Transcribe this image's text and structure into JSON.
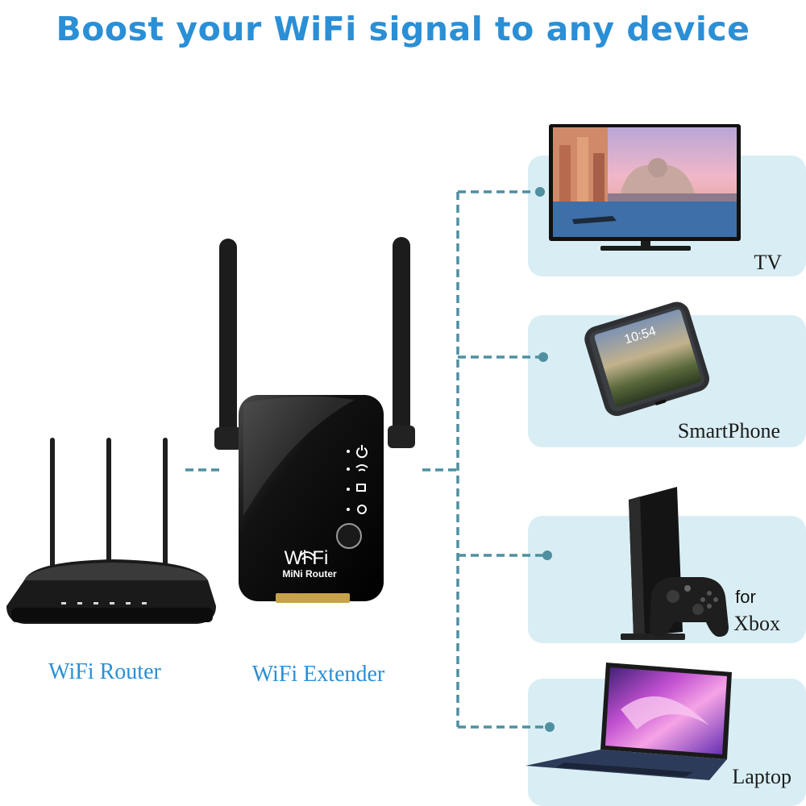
{
  "headline": "Boost your WiFi signal to any device",
  "colors": {
    "headline": "#2a8fd6",
    "label_blue": "#2a8fd6",
    "panel": "#d9eef4",
    "dash": "#4f8fa0",
    "device_dark": "#151515"
  },
  "source": {
    "router_label": "WiFi Router",
    "extender_label": "WiFi Extender",
    "extender_brand": "Wi  Fi",
    "extender_model": "MiNi Router"
  },
  "devices": [
    {
      "label": "TV",
      "prefix": ""
    },
    {
      "label": "SmartPhone",
      "prefix": ""
    },
    {
      "label": "Xbox",
      "prefix": "for"
    },
    {
      "label": "Laptop",
      "prefix": ""
    }
  ],
  "phone_clock": "10:54"
}
